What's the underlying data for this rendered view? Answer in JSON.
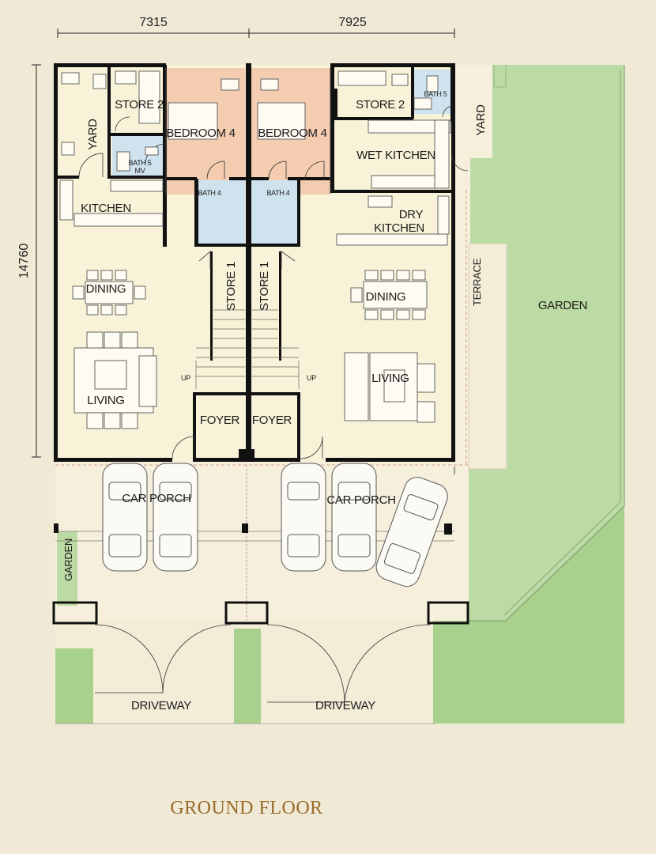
{
  "dimensions": {
    "width_left": "7315",
    "width_right": "7925",
    "depth": "14760"
  },
  "title": "GROUND FLOOR",
  "rooms": {
    "left": {
      "yard": "YARD",
      "store2": "STORE 2",
      "bedroom4": "BEDROOM 4",
      "bath5": "BATH 5",
      "mv": "MV",
      "bath4": "BATH 4",
      "kitchen": "KITCHEN",
      "dining": "DINING",
      "living": "LIVING",
      "store1": "STORE 1",
      "foyer": "FOYER",
      "car_porch": "CAR PORCH",
      "garden": "GARDEN",
      "driveway": "DRIVEWAY",
      "up": "UP"
    },
    "right": {
      "bedroom4": "BEDROOM 4",
      "store2": "STORE 2",
      "bath5": "BATH 5",
      "yard": "YARD",
      "wet_kitchen": "WET KITCHEN",
      "dry": "DRY",
      "kitchen": "KITCHEN",
      "bath4": "BATH 4",
      "dining": "DINING",
      "terrace": "TERRACE",
      "store1": "STORE 1",
      "living": "LIVING",
      "foyer": "FOYER",
      "garden": "GARDEN",
      "car_porch": "CAR PORCH",
      "driveway": "DRIVEWAY",
      "up": "UP"
    }
  },
  "colors": {
    "background": "#efe9d6",
    "interior": "#f8f3d8",
    "bedroom": "#f4cdb1",
    "bath": "#cfe3ee",
    "garden": "#bcdba4",
    "porch": "#f6efdc",
    "title": "#9a6b2a"
  }
}
